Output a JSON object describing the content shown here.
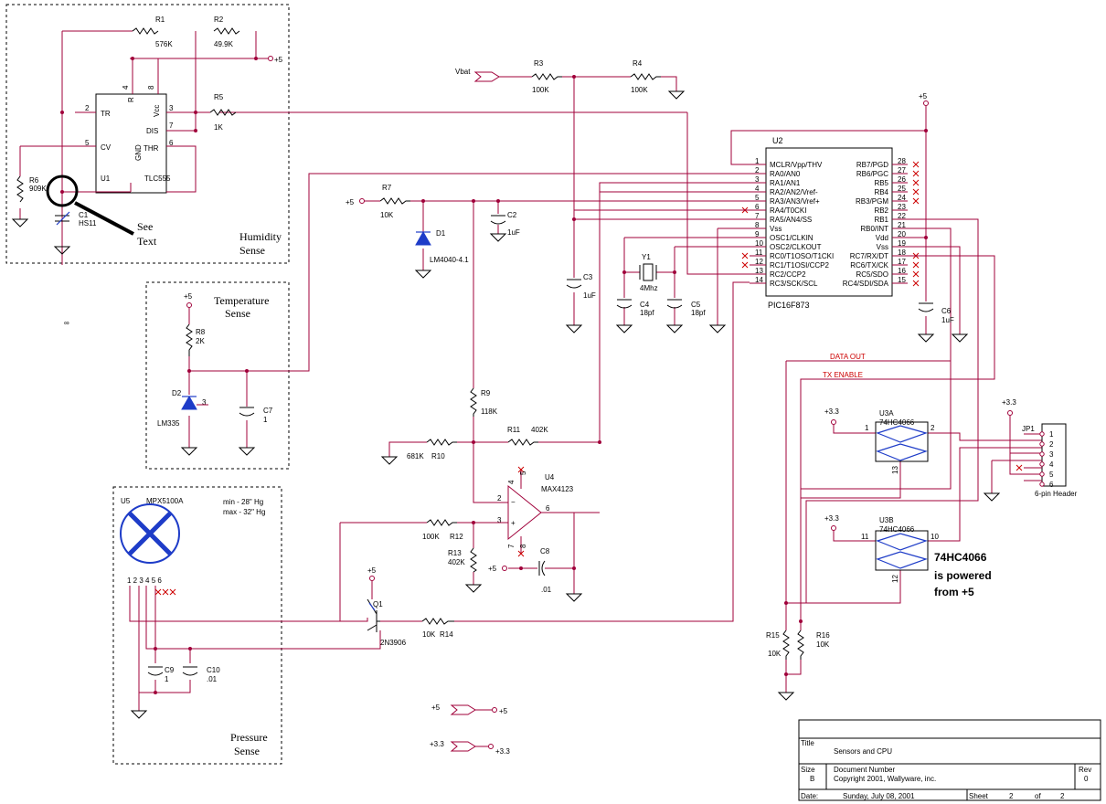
{
  "title_block": {
    "title_label": "Title",
    "title": "Sensors and CPU",
    "size_label": "Size",
    "size": "B",
    "docnum_label": "Document Number",
    "docnum": "Copyright 2001, Wallyware, inc.",
    "rev_label": "Rev",
    "rev": "0",
    "date_label": "Date:",
    "date": "Sunday, July 08, 2001",
    "sheet_label": "Sheet",
    "sheet": "2",
    "of_label": "of",
    "of": "2"
  },
  "blocks": {
    "humidity": "Humidity",
    "humidity2": "Sense",
    "temperature": "Temperature",
    "temperature2": "Sense",
    "pressure": "Pressure",
    "pressure2": "Sense",
    "see1": "See",
    "see2": "Text"
  },
  "rails": {
    "p5": "+5",
    "p33": "+3.3",
    "vbat": "Vbat"
  },
  "components": {
    "R1": "R1",
    "R1v": "576K",
    "R2": "R2",
    "R2v": "49.9K",
    "R3": "R3",
    "R3v": "100K",
    "R4": "R4",
    "R4v": "100K",
    "R5": "R5",
    "R5v": "1K",
    "R6": "R6",
    "R6v": "909K",
    "R7": "R7",
    "R7v": "10K",
    "R8": "R8",
    "R8v": "2K",
    "R9": "R9",
    "R9v": "118K",
    "R10": "R10",
    "R10v": "681K",
    "R11": "R11",
    "R11v": "402K",
    "R12": "R12",
    "R12v": "100K",
    "R13": "R13",
    "R13v": "402K",
    "R14": "R14",
    "R14v": "10K",
    "R15": "R15",
    "R15v": "10K",
    "R16": "R16",
    "R16v": "10K",
    "C1": "C1",
    "C1v": "HS11",
    "C2": "C2",
    "C2v": "1uF",
    "C3": "C3",
    "C3v": "1uF",
    "C4": "C4",
    "C4v": "18pf",
    "C5": "C5",
    "C5v": "18pf",
    "C6": "C6",
    "C6v": "1uF",
    "C7": "C7",
    "C7v": "1",
    "C8": "C8",
    "C8v": ".01",
    "C9": "C9",
    "C9v": "1",
    "C10": "C10",
    "C10v": ".01",
    "D1": "D1",
    "D1v": "LM4040-4.1",
    "D2": "D2",
    "D2v": "LM335",
    "Y1": "Y1",
    "Y1v": "4Mhz",
    "Q1": "Q1",
    "Q1v": "2N3906",
    "U1": "U1",
    "U1v": "TLC555",
    "U2": "U2",
    "U2v": "PIC16F873",
    "U3A": "U3A",
    "U3Av": "74HC4066",
    "U3B": "U3B",
    "U3Bv": "74HC4066",
    "U4": "U4",
    "U4v": "MAX4123",
    "U5": "U5",
    "U5v": "MPX5100A",
    "JP1": "JP1",
    "JP1v": "6-pin Header"
  },
  "u1_pins": {
    "tr": "TR",
    "cv": "CV",
    "dis": "DIS",
    "thr": "THR",
    "gnd": "GND",
    "vcc": "Vcc",
    "r": "R"
  },
  "u2_left": [
    "MCLR/Vpp/THV",
    "RA0/AN0",
    "RA1/AN1",
    "RA2/AN2/Vref-",
    "RA3/AN3/Vref+",
    "RA4/T0CKI",
    "RA5/AN4/SS",
    "Vss",
    "OSC1/CLKIN",
    "OSC2/CLKOUT",
    "RC0/T1OSO/T1CKI",
    "RC1/T1OSI/CCP2",
    "RC2/CCP2",
    "RC3/SCK/SCL"
  ],
  "u2_left_nums": [
    "1",
    "2",
    "3",
    "4",
    "5",
    "6",
    "7",
    "8",
    "9",
    "10",
    "11",
    "12",
    "13",
    "14"
  ],
  "u2_right": [
    "RB7/PGD",
    "RB6/PGC",
    "RB5",
    "RB4",
    "RB3/PGM",
    "RB2",
    "RB1",
    "RB0/INT",
    "Vdd",
    "Vss",
    "RC7/RX/DT",
    "RC6/TX/CK",
    "RC5/SDO",
    "RC4/SDI/SDA"
  ],
  "u2_right_nums": [
    "28",
    "27",
    "26",
    "25",
    "24",
    "23",
    "22",
    "21",
    "20",
    "19",
    "18",
    "17",
    "16",
    "15"
  ],
  "nets": {
    "data_out": "DATA OUT",
    "tx_enable": "TX ENABLE"
  },
  "pressure_range": {
    "min": "min - 28\" Hg",
    "max": "max - 32\" Hg"
  },
  "note": {
    "l1": "74HC4066",
    "l2": "is powered",
    "l3": "from +5"
  },
  "misc": {
    "inf": "∞"
  }
}
